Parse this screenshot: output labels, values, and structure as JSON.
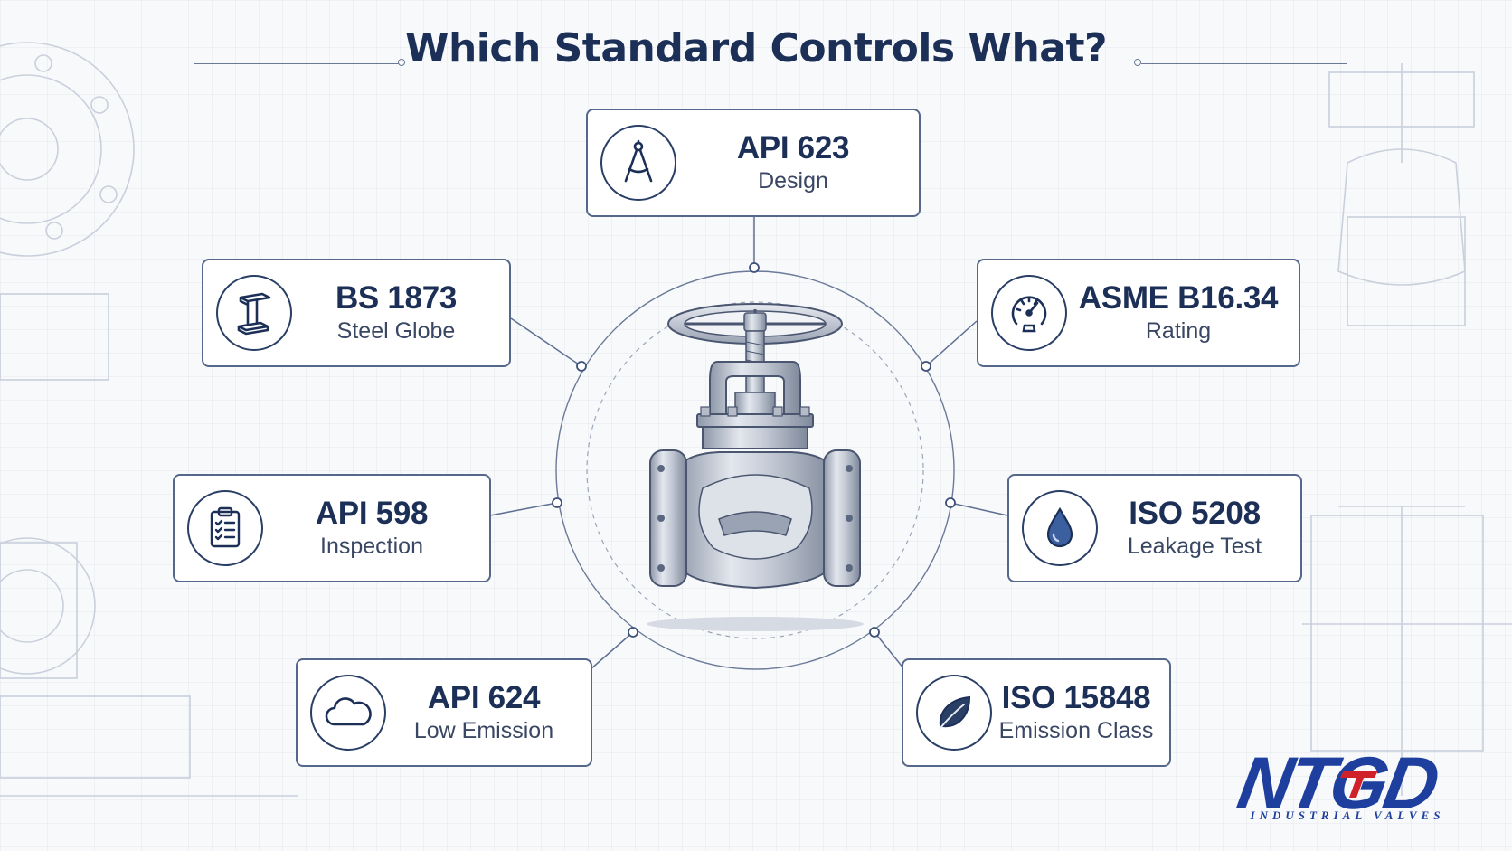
{
  "title": "Which Standard Controls What?",
  "center_image": "globe-valve",
  "standards": [
    {
      "code": "API 623",
      "label": "Design",
      "icon": "compass-icon"
    },
    {
      "code": "BS 1873",
      "label": "Steel Globe",
      "icon": "i-beam-icon"
    },
    {
      "code": "ASME B16.34",
      "label": "Rating",
      "icon": "pressure-gauge-icon"
    },
    {
      "code": "API 598",
      "label": "Inspection",
      "icon": "clipboard-checklist-icon"
    },
    {
      "code": "ISO 5208",
      "label": "Leakage Test",
      "icon": "water-drop-icon"
    },
    {
      "code": "API 624",
      "label": "Low Emission",
      "icon": "cloud-icon"
    },
    {
      "code": "ISO 15848",
      "label": "Emission Class",
      "icon": "leaf-icon"
    }
  ],
  "brand": {
    "name": "NTGD",
    "tagline": "INDUSTRIAL VALVES",
    "primary_color": "#1e3f9e",
    "accent_color": "#d0202a"
  },
  "colors": {
    "navy": "#1b2f57",
    "border": "#55678a",
    "connector": "#5d6f92"
  }
}
